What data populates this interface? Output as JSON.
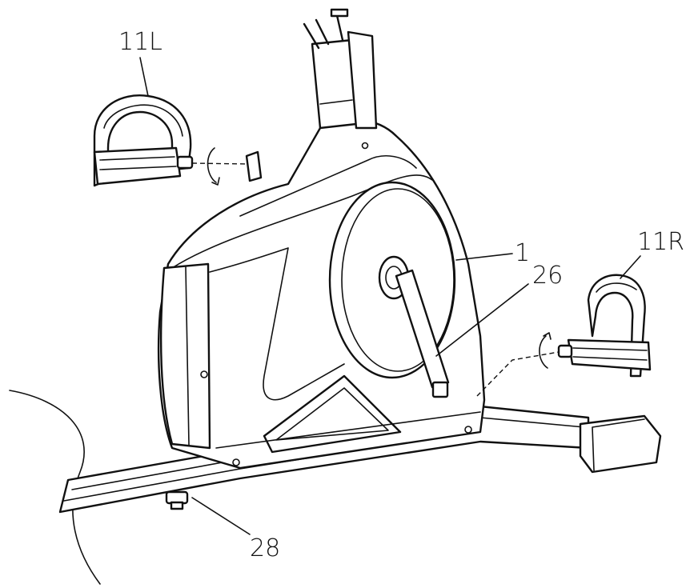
{
  "callouts": {
    "left_pedal": "11L",
    "right_pedal": "11R",
    "frame": "1",
    "crank_arm": "26",
    "floor_leveler": "28"
  }
}
